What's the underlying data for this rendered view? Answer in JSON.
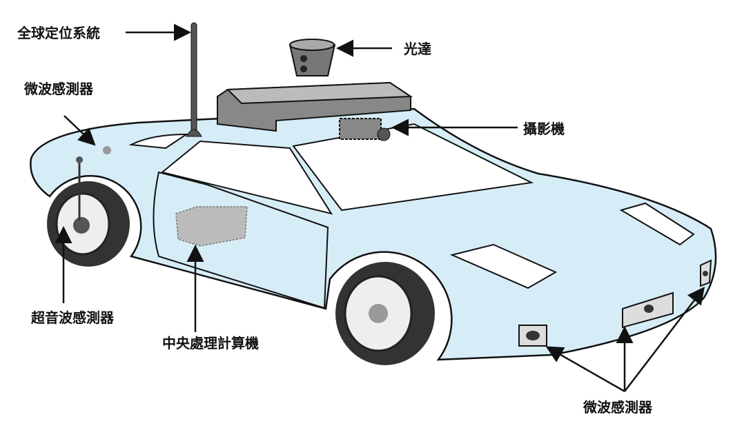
{
  "title_none": null,
  "labels": {
    "gps": "全球定位系統",
    "microwave_rear": "微波感測器",
    "lidar": "光達",
    "camera": "攝影機",
    "ultrasonic": "超音波感測器",
    "cpu": "中央處理計算機",
    "microwave_front": "微波感測器"
  },
  "colors": {
    "body": "#d6ecf7",
    "outline": "#111111"
  }
}
